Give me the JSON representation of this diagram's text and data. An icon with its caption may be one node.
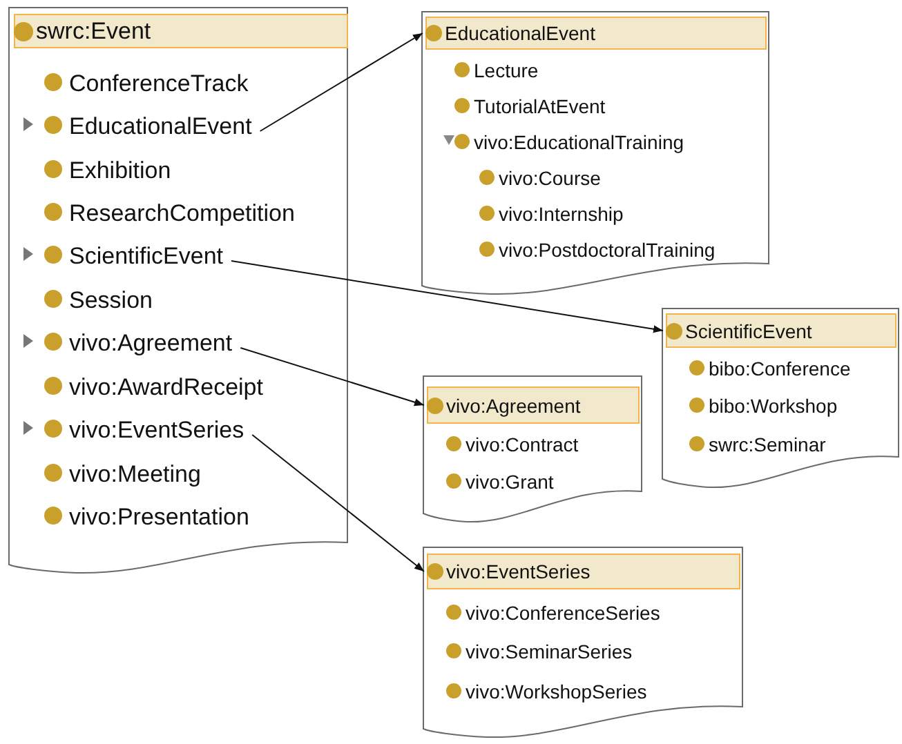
{
  "diagram": {
    "nodes": [
      {
        "text": [],
        "shape": "document"
      },
      {
        "text": [
          "swrc:Event"
        ],
        "in": 0
      },
      {
        "text": [
          "ConferenceTrack"
        ],
        "in": 0
      },
      {
        "text": [
          "EducationalEvent"
        ],
        "in": 0
      },
      {
        "text": [
          "Exhibition"
        ],
        "in": 0
      },
      {
        "text": [
          "ResearchCompetition"
        ],
        "in": 0
      },
      {
        "text": [
          "ScientificEvent"
        ],
        "in": 0
      },
      {
        "text": [
          "Session"
        ],
        "in": 0
      },
      {
        "text": [
          "vivo:Agreement"
        ],
        "in": 0
      },
      {
        "text": [
          "vivo:AwardReceipt"
        ],
        "in": 0
      },
      {
        "text": [
          "vivo:EventSeries"
        ],
        "in": 0
      },
      {
        "text": [
          "vivo:Meeting"
        ],
        "in": 0
      },
      {
        "text": [
          "vivo:Presentation"
        ],
        "in": 0
      },
      {
        "text": [],
        "shape": "document"
      },
      {
        "text": [
          "EducationalEvent"
        ],
        "in": 13
      },
      {
        "text": [
          "Lecture"
        ],
        "in": 13
      },
      {
        "text": [
          "TutorialAtEvent"
        ],
        "in": 13
      },
      {
        "text": [
          "vivo:EducationalTraining"
        ],
        "in": 13
      },
      {
        "text": [
          "vivo:Course"
        ],
        "in": 13
      },
      {
        "text": [
          "vivo:Internship"
        ],
        "in": 13
      },
      {
        "text": [
          "vivo:PostdoctoralTraining"
        ],
        "in": 13
      },
      {
        "text": [],
        "shape": "document"
      },
      {
        "text": [
          "ScientificEvent"
        ],
        "in": 21
      },
      {
        "text": [
          "bibo:Conference"
        ],
        "in": 21
      },
      {
        "text": [
          "bibo:Workshop"
        ],
        "in": 21
      },
      {
        "text": [
          "swrc:Seminar"
        ],
        "in": 21
      },
      {
        "text": [],
        "shape": "document"
      },
      {
        "text": [
          "vivo:Agreement"
        ],
        "in": 26
      },
      {
        "text": [
          "vivo:Contract"
        ],
        "in": 26
      },
      {
        "text": [
          "vivo:Grant"
        ],
        "in": 26
      },
      {
        "text": [],
        "shape": "document"
      },
      {
        "text": [
          "vivo:EventSeries"
        ],
        "in": 30
      },
      {
        "text": [
          "vivo:ConferenceSeries"
        ],
        "in": 30
      },
      {
        "text": [
          "vivo:SeminarSeries"
        ],
        "in": 30
      },
      {
        "text": [
          "vivo:WorkshopSeries"
        ],
        "in": 30
      }
    ],
    "edges": [
      {
        "from": 3,
        "to": 14,
        "arrow": "to"
      },
      {
        "from": 6,
        "to": 22,
        "arrow": "to"
      },
      {
        "from": 8,
        "to": 27,
        "arrow": "to"
      },
      {
        "from": 10,
        "to": 31,
        "arrow": "to"
      }
    ]
  }
}
